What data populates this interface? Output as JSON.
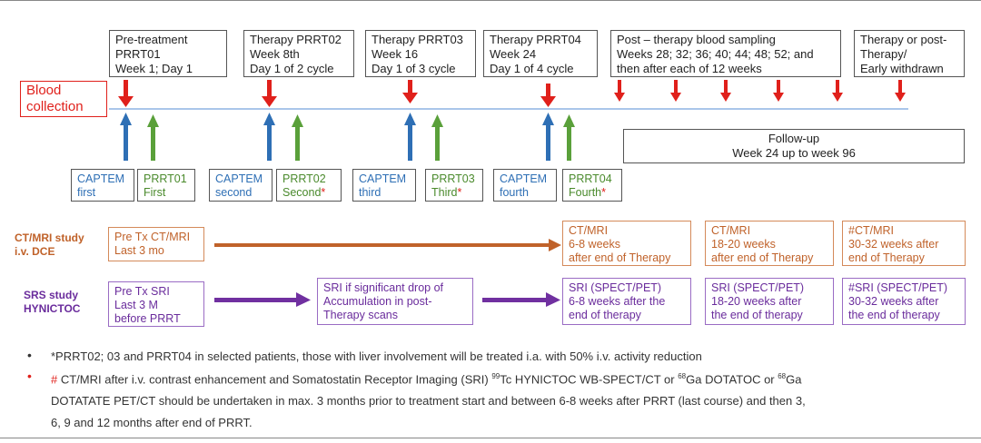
{
  "blood_collection": {
    "line1": "Blood",
    "line2": "collection"
  },
  "headers": [
    {
      "l1": "Pre-treatment",
      "l2": "PRRT01",
      "l3": "Week 1; Day 1"
    },
    {
      "l1": "Therapy PRRT02",
      "l2": "Week 8th",
      "l3": "Day 1 of 2 cycle"
    },
    {
      "l1": "Therapy PRRT03",
      "l2": "Week 16",
      "l3": "Day 1 of 3 cycle"
    },
    {
      "l1": "Therapy PRRT04",
      "l2": "Week 24",
      "l3": "Day 1 of 4 cycle"
    },
    {
      "l1": "Post – therapy blood sampling",
      "l2": "Weeks 28; 32; 36; 40; 44; 48; 52; and",
      "l3": "then after each of 12 weeks"
    },
    {
      "l1": "Therapy or post-",
      "l2": "Therapy/",
      "l3": "Early withdrawn"
    }
  ],
  "follow_up": {
    "line1": "Follow-up",
    "line2": "Week 24 up to week 96"
  },
  "capecitabine": [
    {
      "l1": "CAPTEM",
      "l2": "first"
    },
    {
      "l1": "CAPTEM",
      "l2": "second"
    },
    {
      "l1": "CAPTEM",
      "l2": "third"
    },
    {
      "l1": "CAPTEM",
      "l2": "fourth"
    }
  ],
  "prrt": [
    {
      "l1": "PRRT01",
      "l2": "First",
      "star": ""
    },
    {
      "l1": "PRRT02",
      "l2": "Second",
      "star": "*"
    },
    {
      "l1": "PRRT03",
      "l2": "Third",
      "star": "*"
    },
    {
      "l1": "PRRT04",
      "l2": "Fourth",
      "star": "*"
    }
  ],
  "ct_study": {
    "line1": "CT/MRI study",
    "line2": "i.v. DCE"
  },
  "ct_pre": {
    "l1": "Pre Tx CT/MRI",
    "l2": "Last 3 mo"
  },
  "ct_boxes": [
    {
      "l1": "CT/MRI",
      "l2": "6-8 weeks",
      "l3": "after end of Therapy"
    },
    {
      "l1": "CT/MRI",
      "l2": "18-20 weeks",
      "l3": "after end of Therapy"
    },
    {
      "l1": "#CT/MRI",
      "l2": "30-32 weeks after",
      "l3": "end of Therapy"
    }
  ],
  "srs_study": {
    "line1": "SRS study",
    "line2": "HYNICTOC"
  },
  "srs_pre": {
    "l1": "Pre Tx SRI",
    "l2": "Last 3 M",
    "l3": "before PRRT"
  },
  "srs_mid": {
    "l1": "SRI if significant drop of",
    "l2": "Accumulation in post-",
    "l3": "Therapy scans"
  },
  "srs_boxes": [
    {
      "l1": "SRI (SPECT/PET)",
      "l2": " 6-8 weeks after the",
      "l3": "end of therapy"
    },
    {
      "l1": "SRI (SPECT/PET)",
      "l2": "18-20 weeks after",
      "l3": "the end of therapy"
    },
    {
      "l1": "#SRI (SPECT/PET)",
      "l2": "30-32 weeks  after",
      "l3": "the end of therapy"
    }
  ],
  "notes": {
    "note1": "*PRRT02; 03 and PRRT04 in selected patients, those with liver involvement will be treated i.a. with 50% i.v. activity reduction",
    "note2_hash": "#",
    "note2_a": " CT/MRI after i.v. contrast enhancement and Somatostatin Receptor Imaging (SRI) ",
    "note2_tc_sup": "99",
    "note2_b": "Tc HYNICTOC WB-SPECT/CT or ",
    "note2_ga_sup1": "68",
    "note2_c": "Ga DOTATOC or ",
    "note2_ga_sup2": "68",
    "note2_d": "Ga",
    "note2_line2": "DOTATATE PET/CT should be undertaken in max. 3 months prior to treatment start and between 6-8 weeks after PRRT (last course) and then 3,",
    "note2_line3": "6, 9 and 12 months after end of PRRT."
  },
  "colors": {
    "red": "#e0201b",
    "blue": "#2e6fb5",
    "green": "#4a8a2c",
    "orange": "#c0622a",
    "purple": "#7030a0",
    "timeline": "#8eb4e3"
  }
}
